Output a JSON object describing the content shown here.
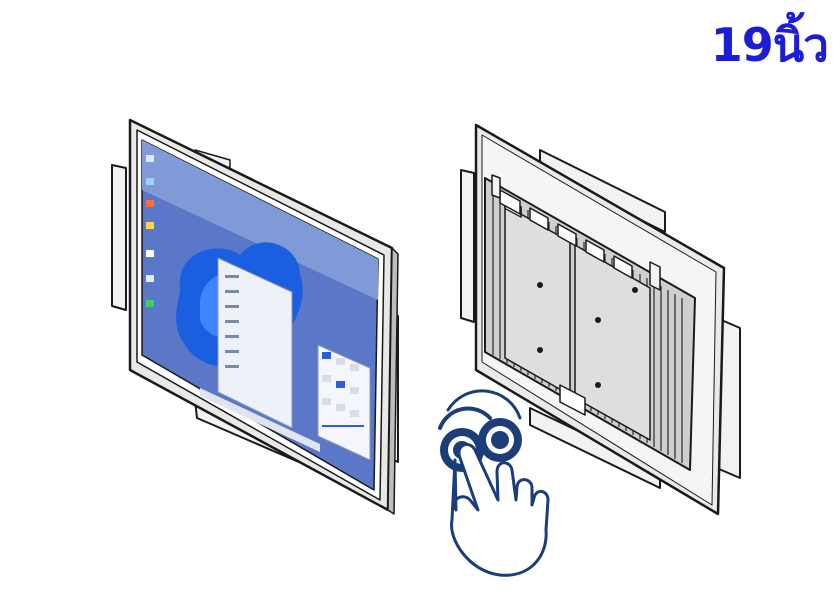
{
  "size_label": "19นิ้ว",
  "colors": {
    "size_label": "#1d1dd6",
    "outline": "#1a1a1a",
    "screen_bg": "#5b78c8",
    "wallpaper_swirl": "#1a5fe0",
    "touch_icon": "#1b3d7a"
  },
  "illustration": {
    "front_view": "open-frame-touch-monitor-front",
    "rear_view": "open-frame-touch-monitor-rear-heatsink",
    "gesture": "two-finger-touch-icon"
  }
}
